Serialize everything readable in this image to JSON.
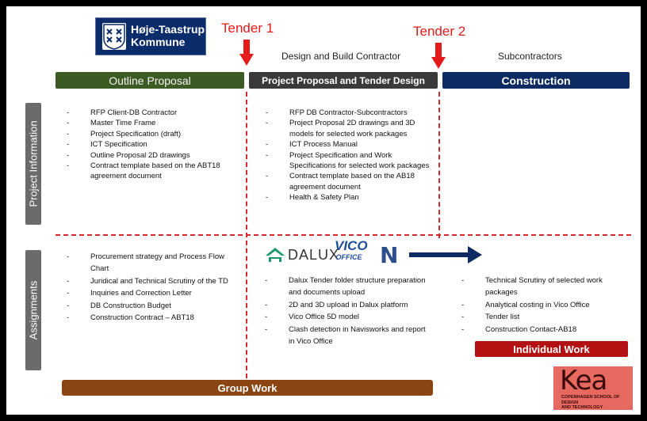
{
  "logo": {
    "line1": "Høje-Taastrup",
    "line2": "Kommune"
  },
  "tenders": {
    "t1": "Tender 1",
    "t2": "Tender 2"
  },
  "headers": {
    "middle": "Design and Build Contractor",
    "right": "Subcontractors"
  },
  "phases": {
    "outline": "Outline Proposal",
    "project": "Project Proposal and Tender Design",
    "construction": "Construction"
  },
  "side_labels": {
    "info": "Project Information",
    "assign": "Assignments"
  },
  "info": {
    "col1": [
      "RFP Client-DB Contractor",
      "Master Time Frame",
      "Project Specification (draft)",
      "ICT Specification",
      "Outline Proposal 2D drawings",
      "Contract template based on the ABT18 agreement document"
    ],
    "col2": [
      "RFP DB Contractor-Subcontractors",
      "Project Proposal 2D drawings and 3D models for selected work packages",
      "ICT Process Manual",
      "Project Specification and Work Specifications for selected work packages",
      "Contract template based on the AB18 agreement document",
      "Health & Safety Plan"
    ]
  },
  "assign": {
    "col1": [
      "Procurement strategy and Process Flow Chart",
      "Juridical and Technical Scrutiny of the TD",
      "Inquiries and Correction Letter",
      "DB Construction Budget",
      "Construction Contract – ABT18"
    ],
    "col2": [
      "Dalux Tender folder structure preparation and documents upload",
      "2D and 3D upload in Dalux platform",
      "Vico Office 5D model",
      "Clash detection in Navisworks and report in Vico Office"
    ],
    "col3": [
      "Technical Scrutiny of selected work packages",
      "Analytical costing in Vico Office",
      "Tender list",
      "Construction Contact-AB18"
    ]
  },
  "software": {
    "dalux": "DALUX",
    "vico1": "VICO",
    "vico2": "OFFICE",
    "nav": "N"
  },
  "labels": {
    "group": "Group Work",
    "individual": "Individual Work"
  },
  "kea": {
    "main": "Kea",
    "sub1": "COPENHAGEN SCHOOL OF DESIGN",
    "sub2": "AND TECHNOLOGY"
  },
  "colors": {
    "outline": "#3c5a24",
    "project": "#3a3a3a",
    "construction": "#0d2a63",
    "tender": "#e41b1b",
    "group": "#8b4513",
    "individual": "#b41212"
  }
}
